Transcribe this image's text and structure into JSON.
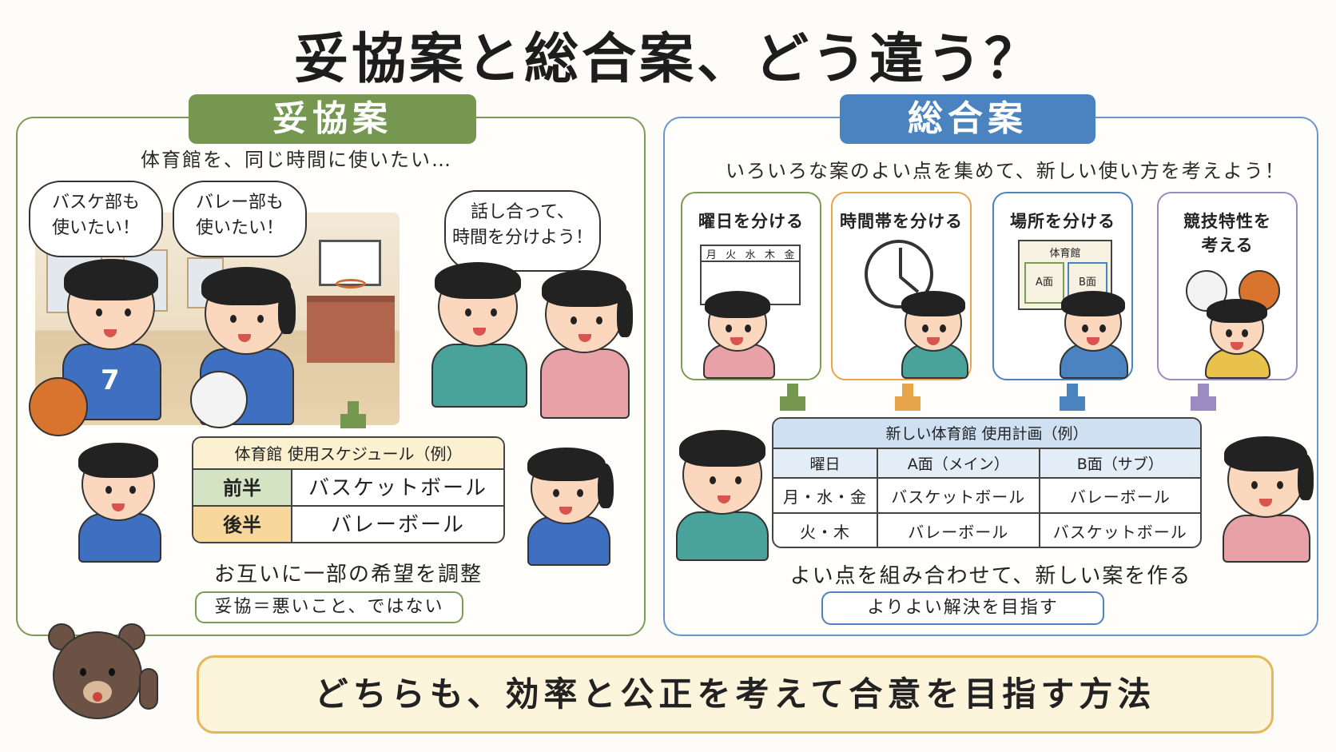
{
  "title": "妥協案と総合案、どう違う？",
  "left": {
    "tab": "妥協案",
    "subtitle": "体育館を、同じ時間に使いたい…",
    "bubbles": [
      "バスケ部も 使いたい！",
      "バレー部も 使いたい！",
      "話し合って、 時間を分けよう！"
    ],
    "jersey_number": "7",
    "schedule": {
      "header": "体育館 使用スケジュール（例）",
      "rows": [
        {
          "label": "前半",
          "value": "バスケットボール"
        },
        {
          "label": "後半",
          "value": "バレーボール"
        }
      ]
    },
    "caption": "お互いに一部の希望を調整",
    "note": "妥協＝悪いこと、ではない"
  },
  "right": {
    "tab": "総合案",
    "subtitle": "いろいろな案のよい点を集めて、新しい使い方を考えよう！",
    "cards": [
      {
        "title": "曜日を分ける",
        "icon": "calendar-icon"
      },
      {
        "title": "時間帯を分ける",
        "icon": "clock-icon"
      },
      {
        "title": "場所を分ける",
        "icon": "court-map-icon"
      },
      {
        "title": "競技特性を 考える",
        "icon": "balls-icon"
      }
    ],
    "calendar_days": [
      "月",
      "火",
      "水",
      "木",
      "金"
    ],
    "court": {
      "title": "体育館",
      "a": "A面",
      "b": "B面"
    },
    "plan": {
      "header": "新しい体育館 使用計画（例）",
      "columns": [
        "曜日",
        "A面（メイン）",
        "B面（サブ）"
      ],
      "rows": [
        [
          "月・水・金",
          "バスケットボール",
          "バレーボール"
        ],
        [
          "火・木",
          "バレーボール",
          "バスケットボール"
        ]
      ]
    },
    "caption": "よい点を組み合わせて、新しい案を作る",
    "note": "よりよい解決を目指す"
  },
  "bottom": "どちらも、効率と公正を考えて合意を目指す方法",
  "colors": {
    "green": "#76974f",
    "blue": "#4b82c0",
    "orange": "#e8a44a",
    "purple": "#9a8cc0"
  }
}
